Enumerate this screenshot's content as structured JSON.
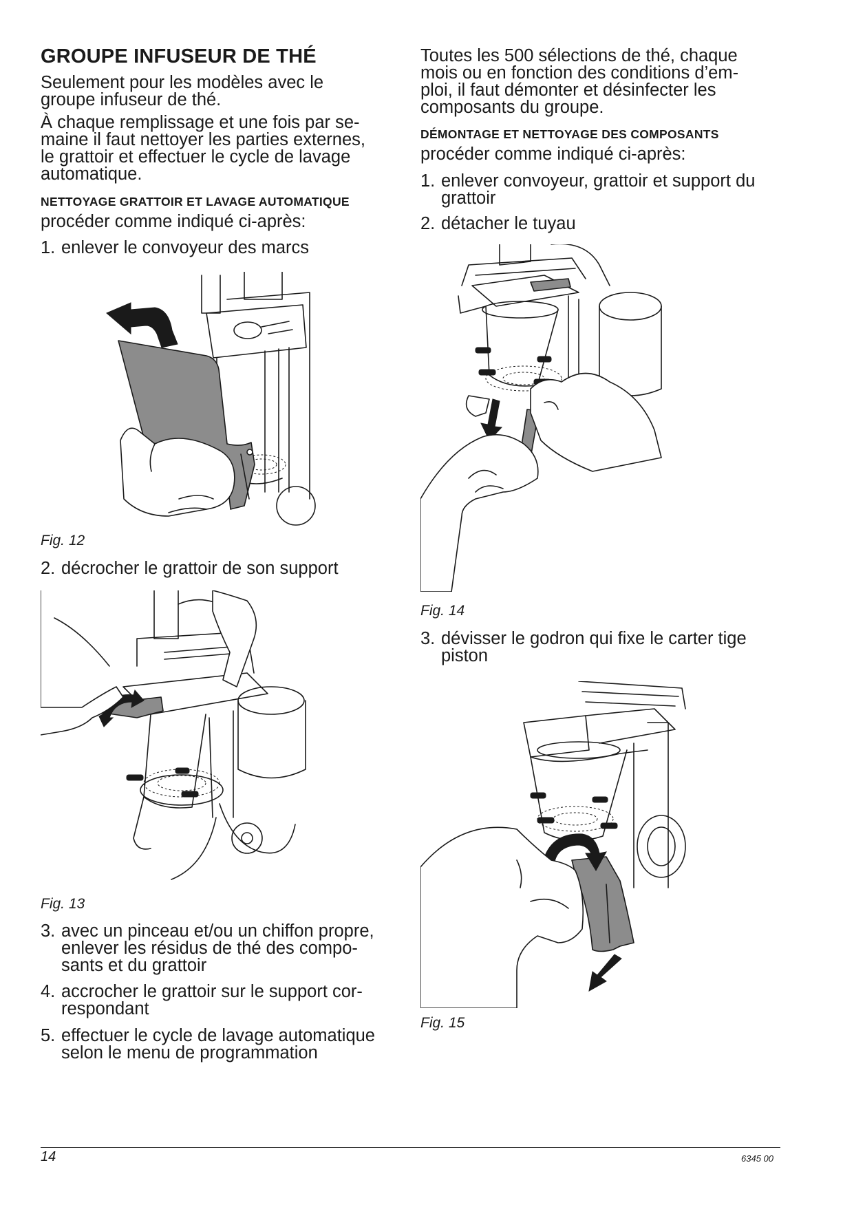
{
  "left": {
    "title": "GROUPE INFUSEUR DE THÉ",
    "intro_lines": [
      "Seulement pour les modèles avec le",
      "groupe infuseur de thé."
    ],
    "weekly_lines": [
      "À chaque remplissage et une fois par se-",
      "maine il faut nettoyer les parties externes,",
      "le grattoir et effectuer le cycle de lavage",
      "automatique."
    ],
    "section_heading": "NETTOYAGE GRATTOIR ET LAVAGE AUTOMATIQUE",
    "procedure": "procéder comme indiqué ci-après:",
    "step1": {
      "num": "1.",
      "text": "enlever le convoyeur des marcs"
    },
    "fig12_caption": "Fig. 12",
    "step2": {
      "num": "2.",
      "text": "décrocher le grattoir de son support"
    },
    "fig13_caption": "Fig. 13",
    "step3": {
      "num": "3.",
      "lines": [
        "avec un pinceau et/ou un chiffon propre,",
        "enlever les résidus de thé des compo-",
        "sants et du grattoir"
      ]
    },
    "step4": {
      "num": "4.",
      "lines": [
        "accrocher le grattoir sur le support cor-",
        "respondant"
      ]
    },
    "step5": {
      "num": "5.",
      "lines": [
        "effectuer le cycle de lavage automatique",
        "selon le menu de programmation"
      ]
    }
  },
  "right": {
    "intro_lines": [
      "Toutes les 500 sélections de thé, chaque",
      "mois ou en fonction des conditions d’em-",
      "ploi, il faut démonter et désinfecter les",
      "composants du groupe."
    ],
    "section_heading": "DÉMONTAGE ET NETTOYAGE DES COMPOSANTS",
    "procedure": "procéder comme indiqué ci-après:",
    "step1": {
      "num": "1.",
      "lines": [
        "enlever convoyeur, grattoir et support du",
        "grattoir"
      ]
    },
    "step2": {
      "num": "2.",
      "text": "détacher le tuyau"
    },
    "fig14_caption": "Fig. 14",
    "step3": {
      "num": "3.",
      "lines": [
        "dévisser le godron qui fixe le carter tige",
        "piston"
      ]
    },
    "fig15_caption": "Fig. 15"
  },
  "footer": {
    "page_number": "14",
    "doc_code": "6345 00"
  }
}
